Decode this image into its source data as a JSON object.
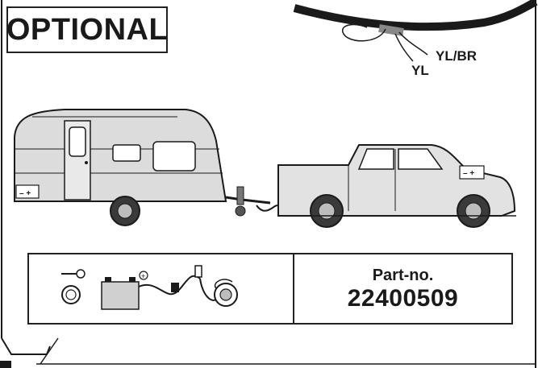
{
  "header": {
    "title": "OPTIONAL"
  },
  "wires": {
    "label_1": "YL/BR",
    "label_2": "YL"
  },
  "part": {
    "label": "Part-no.",
    "number": "22400509"
  },
  "colors": {
    "line": "#1a1a1a",
    "caravan_body": "#d9d9d9",
    "car_body": "#e2e2e2",
    "tire": "#3a3a3a"
  },
  "icons": [
    "ignition-key-icon",
    "battery-icon",
    "wiring-harness-icon",
    "socket-icon"
  ]
}
